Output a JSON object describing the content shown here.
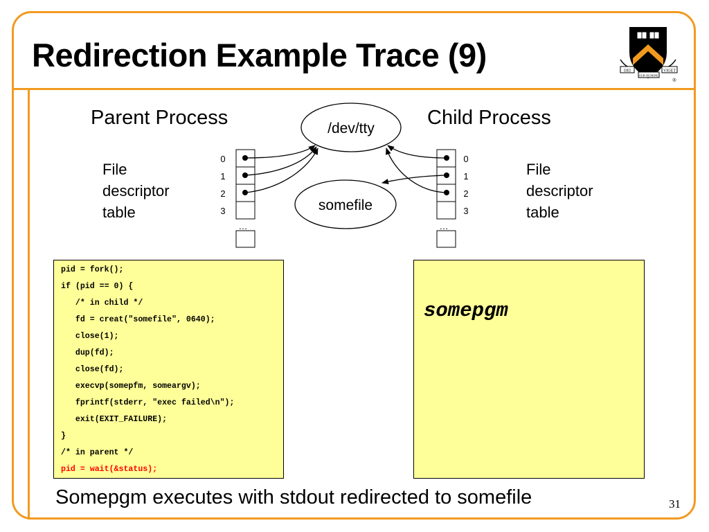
{
  "slide": {
    "title": "Redirection Example Trace (9)",
    "caption": "Somepgm executes with stdout redirected to somefile",
    "number": "31"
  },
  "logo": {
    "motto_left": "DEI",
    "motto_center": "SUB NUMINE",
    "motto_right": "VIGET",
    "registered": "®"
  },
  "diagram": {
    "parent_label": "Parent Process",
    "child_label": "Child Process",
    "fdt_label": "File\ndescriptor\ntable",
    "devtty_label": "/dev/tty",
    "somefile_label": "somefile",
    "fd_indices": [
      "0",
      "1",
      "2",
      "3"
    ],
    "ellipsis": "…"
  },
  "parent_code": [
    "pid = fork();",
    "if (pid == 0) {",
    "   /* in child */",
    "   fd = creat(\"somefile\", 0640);",
    "   close(1);",
    "   dup(fd);",
    "   close(fd);",
    "   execvp(somepfm, someargv);",
    "   fprintf(stderr, \"exec failed\\n\");",
    "   exit(EXIT_FAILURE);",
    "}",
    "/* in parent */",
    "pid = wait(&status);"
  ],
  "child_program": "somepgm",
  "colors": {
    "accent": "#f29a1f",
    "code_bg": "#ffff99",
    "highlight": "#ff0000",
    "shield_black": "#000000",
    "shield_orange": "#f29a1f"
  }
}
